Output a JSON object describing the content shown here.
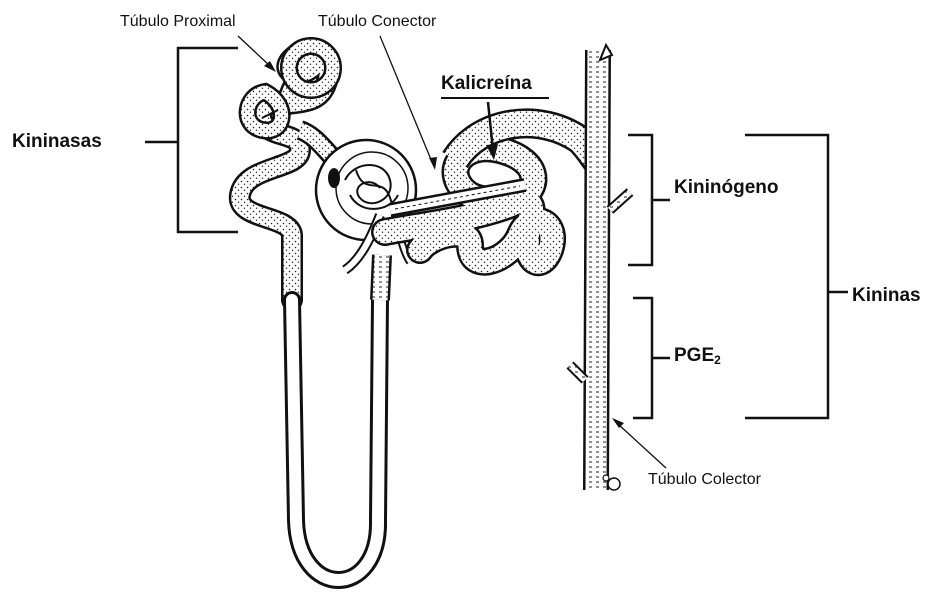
{
  "labels": {
    "tubulo_proximal": "Túbulo Proximal",
    "tubulo_conector": "Túbulo Conector",
    "kalicreina": "Kalicreína",
    "kininasas": "Kininasas",
    "kininogeno": "Kininógeno",
    "kininas": "Kininas",
    "pge_main": "PGE",
    "pge_sub": "2",
    "tubulo_colector": "Túbulo Colector"
  },
  "colors": {
    "ink": "#111111",
    "background": "#ffffff"
  }
}
